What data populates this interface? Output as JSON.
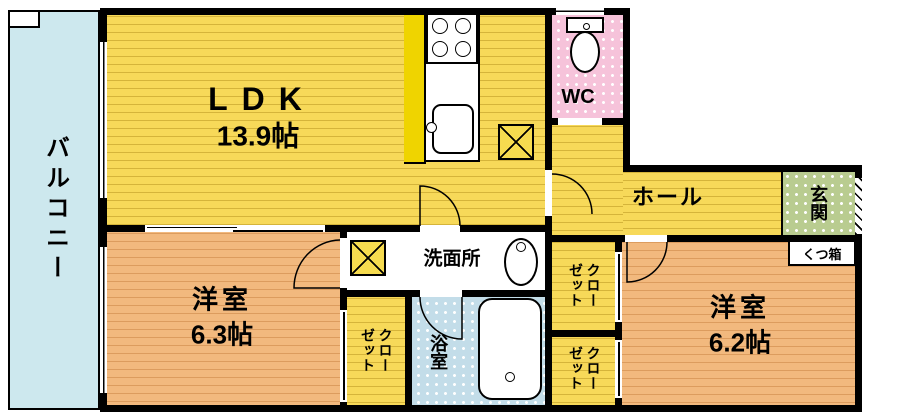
{
  "plan": {
    "balcony": {
      "label": "バルコニー"
    },
    "ldk": {
      "label": "LDK",
      "size": "13.9帖"
    },
    "wc": {
      "label": "WC"
    },
    "hall": {
      "label": "ホール"
    },
    "entrance": {
      "label": "玄関"
    },
    "shoe_box": {
      "label": "くつ箱"
    },
    "washroom": {
      "label": "洗面所"
    },
    "bathroom": {
      "label": "浴室"
    },
    "bedroom_left": {
      "label": "洋室",
      "size": "6.3帖"
    },
    "bedroom_right": {
      "label": "洋室",
      "size": "6.2帖"
    },
    "closet_middle": {
      "label": "クローゼット"
    },
    "closet_right_top": {
      "label": "クローゼット"
    },
    "closet_right_bottom": {
      "label": "クローゼット"
    }
  },
  "colors": {
    "wall": "#000000",
    "floor_yellow": "#F7D959",
    "kitchen_yellow": "#EFD400",
    "bedroom_orange": "#F2B97E",
    "wc_pink": "#F6C3DA",
    "entrance_green": "#B9CC90",
    "bathroom_blue": "#C3DDE9",
    "balcony_blue": "#CDE8EE"
  }
}
